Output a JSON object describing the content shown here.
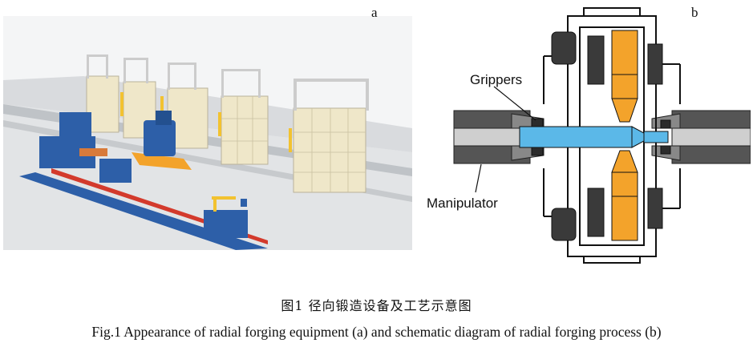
{
  "figure": {
    "panel_a_label": "a",
    "panel_b_label": "b",
    "annotations": {
      "grippers": "Grippers",
      "manipulator": "Manipulator"
    },
    "caption_cn": "图1  径向锻造设备及工艺示意图",
    "caption_en": "Fig.1  Appearance of radial forging equipment (a) and schematic diagram of radial forging process (b)"
  },
  "colors": {
    "equipment_blue": "#2d5fa8",
    "workpiece_blue": "#5bb8e8",
    "die_orange": "#f3a32b",
    "rail_red": "#d33a2c",
    "furnace_beige": "#efe7c9"
  }
}
